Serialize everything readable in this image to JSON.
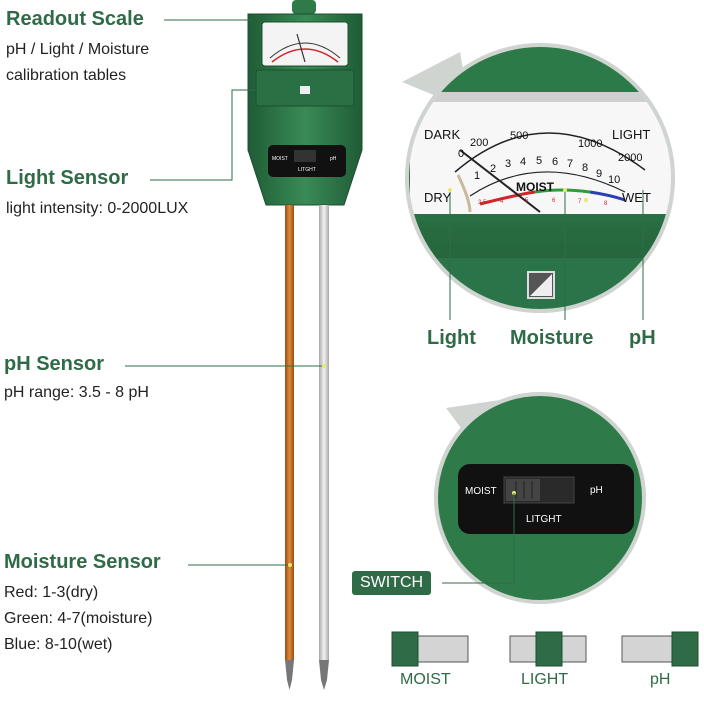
{
  "readout": {
    "title": "Readout Scale",
    "desc_line1": "pH / Light / Moisture",
    "desc_line2": "calibration tables"
  },
  "light_sensor": {
    "title": "Light Sensor",
    "desc": "light intensity: 0-2000LUX"
  },
  "ph_sensor": {
    "title": "pH Sensor",
    "desc": "pH range: 3.5 - 8 pH"
  },
  "moisture_sensor": {
    "title": "Moisture Sensor",
    "red": "Red: 1-3(dry)",
    "green": "Green: 4-7(moisture)",
    "blue": "Blue: 8-10(wet)"
  },
  "dial": {
    "dark": "DARK",
    "light": "LIGHT",
    "dry": "DRY",
    "wet": "WET",
    "moist": "MOIST",
    "lux_ticks": [
      "0",
      "200",
      "500",
      "1000",
      "2000"
    ],
    "moisture_ticks": [
      "1",
      "2",
      "3",
      "4",
      "5",
      "6",
      "7",
      "8",
      "9",
      "10"
    ],
    "ph_scale_numbers": [
      "3.5",
      "4",
      "5",
      "6",
      "7",
      "8"
    ]
  },
  "callouts": {
    "light": "Light",
    "moisture": "Moisture",
    "ph": "pH"
  },
  "switch_panel": {
    "moist": "MOIST",
    "ph": "pH",
    "light": "LITGHT",
    "tag": "SWITCH"
  },
  "device_switch": {
    "moist": "MOIST",
    "ph": "pH",
    "light": "LITGHT"
  },
  "switch_positions": {
    "moist": "MOIST",
    "light": "LIGHT",
    "ph": "pH"
  },
  "colors": {
    "brand_green": "#2f6b47",
    "device_green": "#2e7a48",
    "probe_copper": "#c8691e",
    "probe_steel": "#d8d8d8",
    "scale_red": "#d0262a",
    "scale_green": "#2e9e3c",
    "scale_blue": "#2a3fb0"
  }
}
